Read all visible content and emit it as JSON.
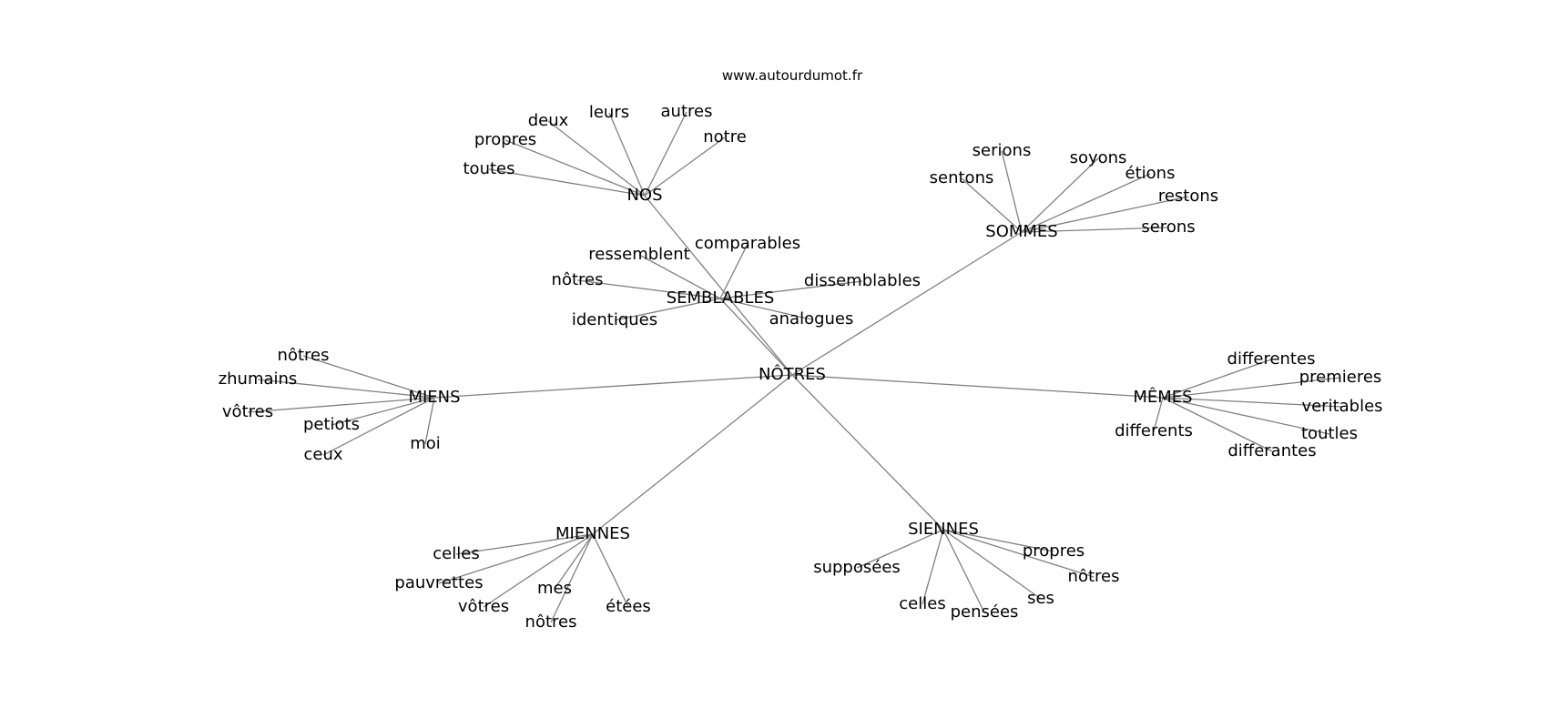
{
  "header": {
    "source": "www.autourdumot.fr"
  },
  "graph": {
    "center": "NÔTRES",
    "clusters": [
      {
        "hub": "NOS",
        "words": [
          "toutes",
          "propres",
          "deux",
          "leurs",
          "autres",
          "notre"
        ]
      },
      {
        "hub": "SEMBLABLES",
        "words": [
          "ressemblent",
          "comparables",
          "nôtres",
          "dissemblables",
          "identiques",
          "analogues"
        ]
      },
      {
        "hub": "SOMMES",
        "words": [
          "serions",
          "sentons",
          "soyons",
          "étions",
          "restons",
          "serons"
        ]
      },
      {
        "hub": "MIENS",
        "words": [
          "nôtres",
          "zhumains",
          "vôtres",
          "petiots",
          "ceux",
          "moi"
        ]
      },
      {
        "hub": "MÊMES",
        "words": [
          "differentes",
          "premieres",
          "veritables",
          "toutles",
          "differents",
          "differantes"
        ]
      },
      {
        "hub": "MIENNES",
        "words": [
          "celles",
          "pauvrettes",
          "vôtres",
          "mes",
          "nôtres",
          "étées"
        ]
      },
      {
        "hub": "SIENNES",
        "words": [
          "supposées",
          "celles",
          "pensées",
          "ses",
          "propres",
          "nôtres"
        ]
      }
    ]
  },
  "colors": {
    "edge": "#808080",
    "text": "#000000",
    "background": "#ffffff"
  }
}
